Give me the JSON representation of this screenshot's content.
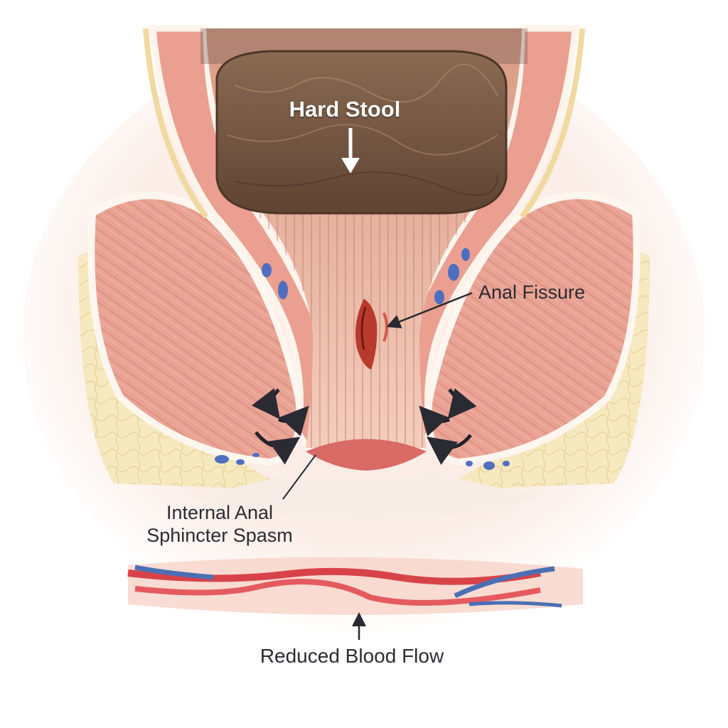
{
  "labels": {
    "hard_stool": "Hard Stool",
    "anal_fissure": "Anal Fissure",
    "internal_anal_sphincter_spasm": "Internal Anal Sphincter Spasm",
    "reduced_blood_flow": "Reduced Blood Flow"
  },
  "colors": {
    "background": "#ffffff",
    "stool": "#7a5a43",
    "muscle": "#e9a394",
    "fat": "#f6e7b8",
    "mucosa": "#efb8a6",
    "fissure": "#b83a2c",
    "vessel_artery": "#d8434a",
    "vessel_vein": "#4b6fb4",
    "arrow": "#2a2a33",
    "label_text": "#2b2b33"
  }
}
